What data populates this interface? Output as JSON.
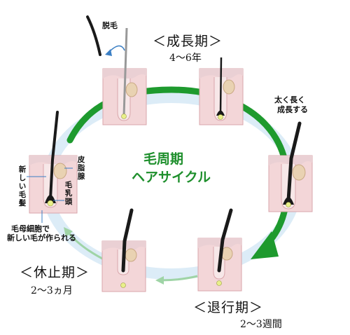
{
  "title_line1": "毛周期",
  "title_line2": "ヘアサイクル",
  "phases": {
    "anagen": {
      "name": "＜成長期＞",
      "duration": "4〜6年"
    },
    "catagen": {
      "name": "＜退行期＞",
      "duration": "2〜3週間"
    },
    "telogen": {
      "name": "＜休止期＞",
      "duration": "2〜3ヵ月"
    }
  },
  "annotations": {
    "shedding": "脱毛",
    "thick_long_1": "太く長く",
    "thick_long_2": "成長する",
    "matrix_1": "毛母細胞で",
    "matrix_2": "新しい毛が作られる"
  },
  "labels": {
    "sebaceous": "皮脂腺",
    "papilla": "毛乳頭",
    "new_hair": "新しい毛髪"
  },
  "colors": {
    "arrow_dark": "#1e9a2e",
    "arrow_light": "#9fd4a6",
    "ring_blue": "#dcecf7",
    "skin_pink": "#f3d6d8",
    "skin_line": "#d9a6ab",
    "gland": "#e9d2b2",
    "hair": "#1a1a1a",
    "bulb": "#e8f08a"
  }
}
